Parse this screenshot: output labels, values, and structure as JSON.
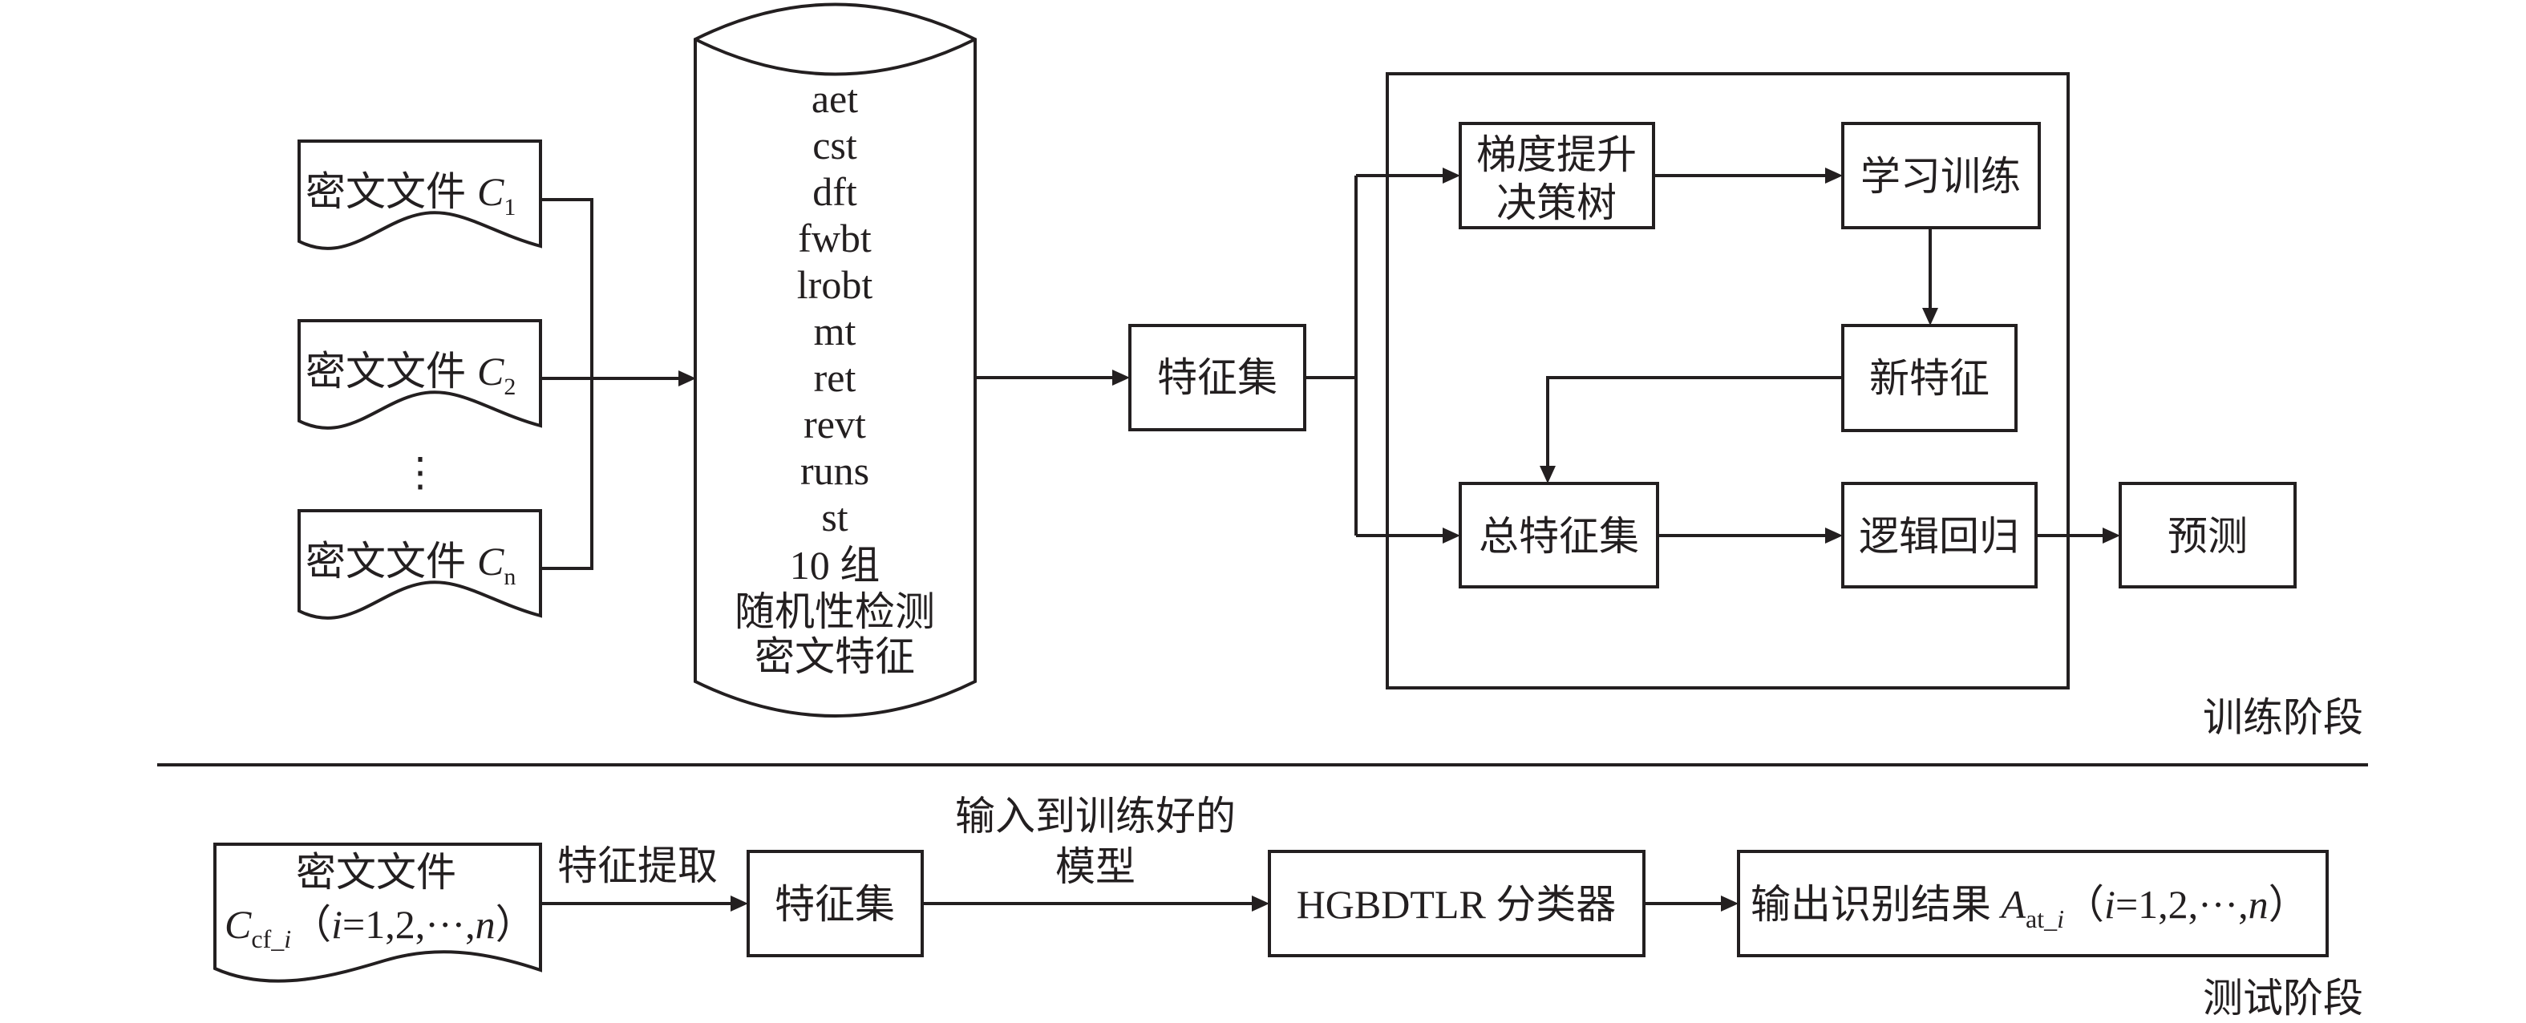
{
  "training_phase": {
    "stage_label": "训练阶段",
    "ciphertext_files": [
      {
        "label": "密文文件",
        "symbol": "C",
        "subscript": "1"
      },
      {
        "label": "密文文件",
        "symbol": "C",
        "subscript": "2"
      },
      {
        "label": "密文文件",
        "symbol": "C",
        "subscript": "n"
      }
    ],
    "ellipsis": "⋮",
    "feature_store": {
      "items": [
        "aet",
        "cst",
        "dft",
        "fwbt",
        "lrobt",
        "mt",
        "ret",
        "revt",
        "runs",
        "st"
      ],
      "caption_lines": [
        "10 组",
        "随机性检测",
        "密文特征"
      ]
    },
    "feature_set": "特征集",
    "gbdt": {
      "line1": "梯度提升",
      "line2": "决策树"
    },
    "learning": "学习训练",
    "new_features": "新特征",
    "total_feature_set": "总特征集",
    "logistic_regression": "逻辑回归",
    "prediction": "预测"
  },
  "testing_phase": {
    "stage_label": "测试阶段",
    "input_file": {
      "line1": "密文文件",
      "symbol": "C",
      "subscript": "cf_",
      "subscript_var": "i",
      "range": "（",
      "range_var": "i",
      "range_rest": "=1,2,···,",
      "range_n": "n",
      "range_close": "）"
    },
    "extract_label": "特征提取",
    "feature_set": "特征集",
    "model_label": {
      "line1": "输入到训练好的",
      "line2": "模型"
    },
    "classifier": "HGBDTLR 分类器",
    "output": {
      "prefix": "输出识别结果 ",
      "symbol": "A",
      "subscript": "at_",
      "subscript_var": "i",
      "open": "（",
      "var": "i",
      "rest": "=1,2,···,",
      "n": "n",
      "close": "）"
    }
  },
  "colors": {
    "ink": "#231f20",
    "background": "#ffffff"
  }
}
